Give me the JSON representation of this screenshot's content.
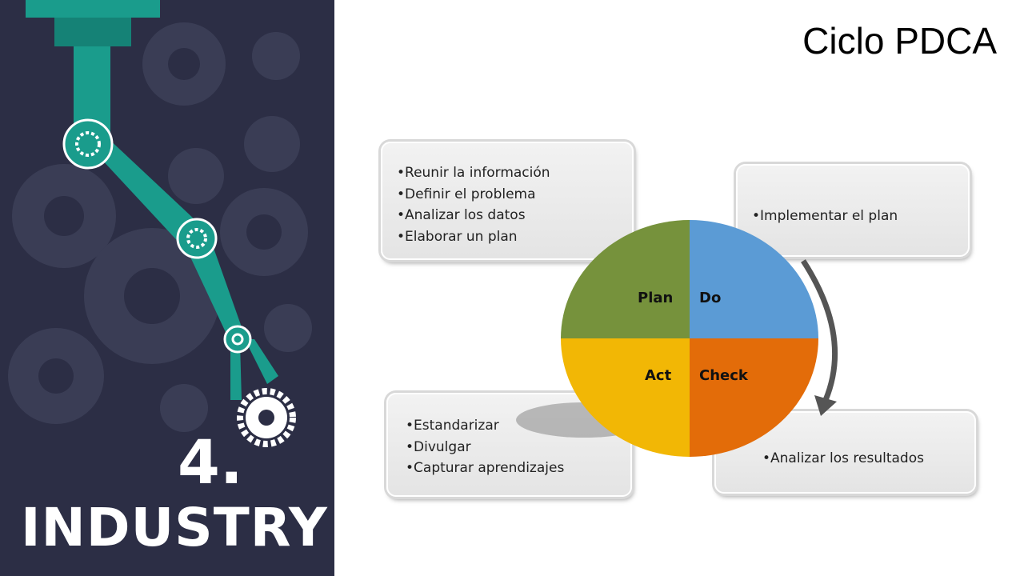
{
  "slide": {
    "title": "Ciclo PDCA",
    "brand_number": "4.",
    "brand_word": "INDUSTRY"
  },
  "diagram": {
    "quadrants": [
      {
        "label": "Plan",
        "color": "#76923c",
        "items": [
          "•Reunir la información",
          "•Definir el problema",
          "•Analizar los datos",
          "•Elaborar un plan"
        ]
      },
      {
        "label": "Do",
        "color": "#5b9bd5",
        "items": [
          "•Implementar el plan"
        ]
      },
      {
        "label": "Check",
        "color": "#e36c09",
        "items": [
          "•Analizar los resultados"
        ]
      },
      {
        "label": "Act",
        "color": "#f2b705",
        "items": [
          "•Estandarizar",
          "•Divulgar",
          "•Capturar aprendizajes"
        ]
      }
    ]
  },
  "colors": {
    "panel": "#2c2e45",
    "robot": "#1a9c8c"
  }
}
